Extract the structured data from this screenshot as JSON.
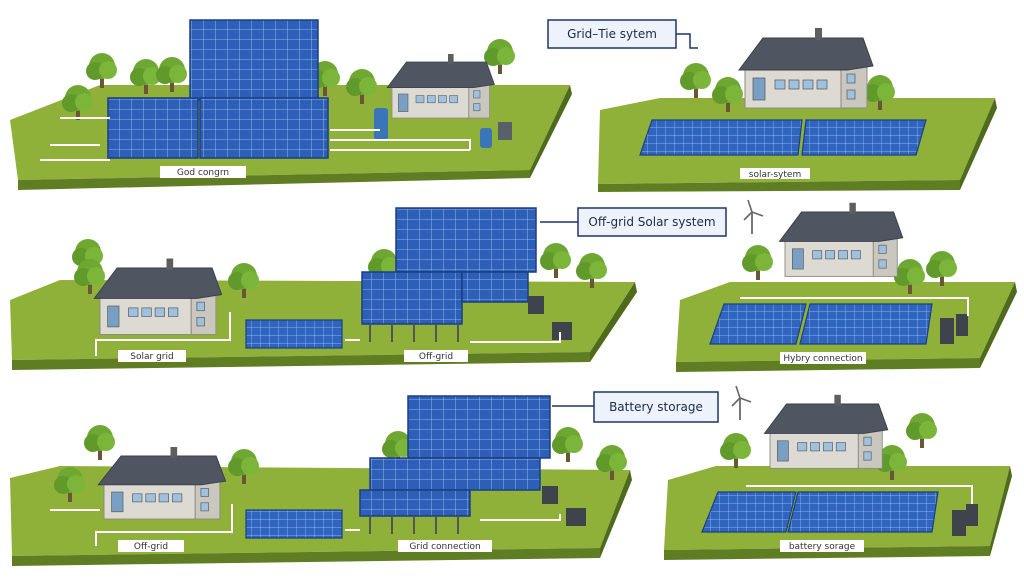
{
  "callouts": {
    "grid_tie": "Grid–Tie sytem",
    "off_grid": "Off-grid Solar system",
    "battery": "Battery storage"
  },
  "labels": {
    "r1_left": "God congrn",
    "r1_right": "solar-sytem",
    "r2_left_a": "Solar grid",
    "r2_left_b": "Off-grid",
    "r2_right": "Hybry connection",
    "r3_left_a": "Off-grid",
    "r3_left_b": "Grid connection",
    "r3_right": "battery sorage"
  },
  "colors": {
    "ground": "#8fb13a",
    "ground_side": "#5f7d22",
    "panel": "#2d5fb8",
    "panel_grid": "#9ec3f0",
    "callout_border": "#1f3566",
    "callout_fill": "#eef3fb",
    "roof": "#4f5661",
    "wall": "#dcdad2",
    "tree": "#6ea832"
  }
}
